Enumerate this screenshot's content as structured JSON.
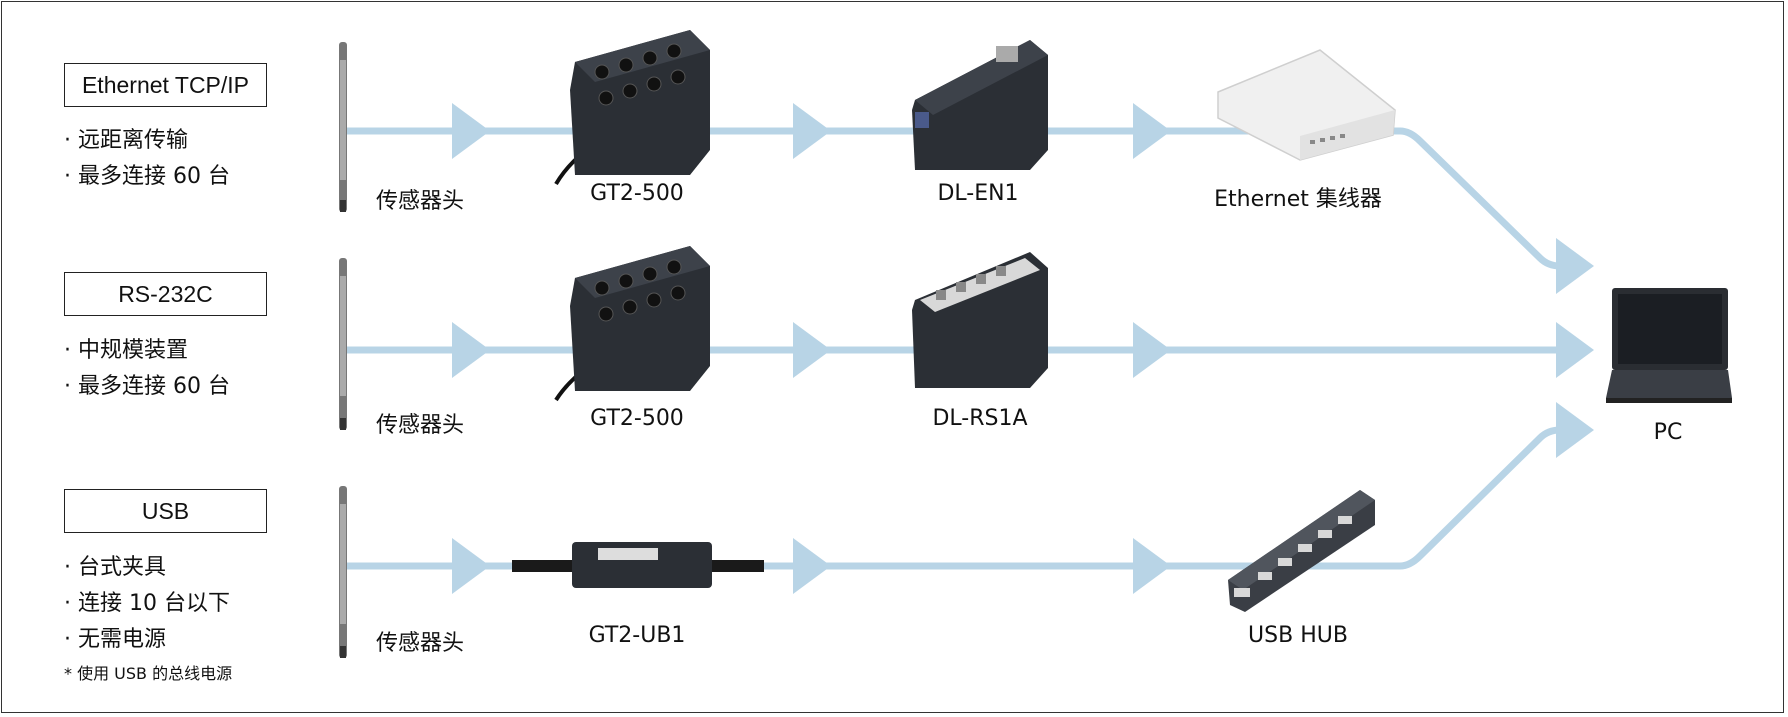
{
  "rows": [
    {
      "interface": "Ethernet TCP/IP",
      "bullets": [
        "远距离传输",
        "最多连接 60 台"
      ],
      "stages": [
        "传感器头",
        "GT2-500",
        "DL-EN1",
        "Ethernet 集线器"
      ]
    },
    {
      "interface": "RS-232C",
      "bullets": [
        "中规模装置",
        "最多连接 60 台"
      ],
      "stages": [
        "传感器头",
        "GT2-500",
        "DL-RS1A"
      ]
    },
    {
      "interface": "USB",
      "bullets": [
        "台式夹具",
        "连接 10 台以下",
        "无需电源"
      ],
      "note": "* 使用 USB 的总线电源",
      "stages": [
        "传感器头",
        "GT2-UB1",
        "USB HUB"
      ]
    }
  ],
  "pc_label": "PC",
  "colors": {
    "flow_line": "#b8d4e6",
    "device_dark": "#2b2f35",
    "hub_white": "#f0f0f0"
  }
}
